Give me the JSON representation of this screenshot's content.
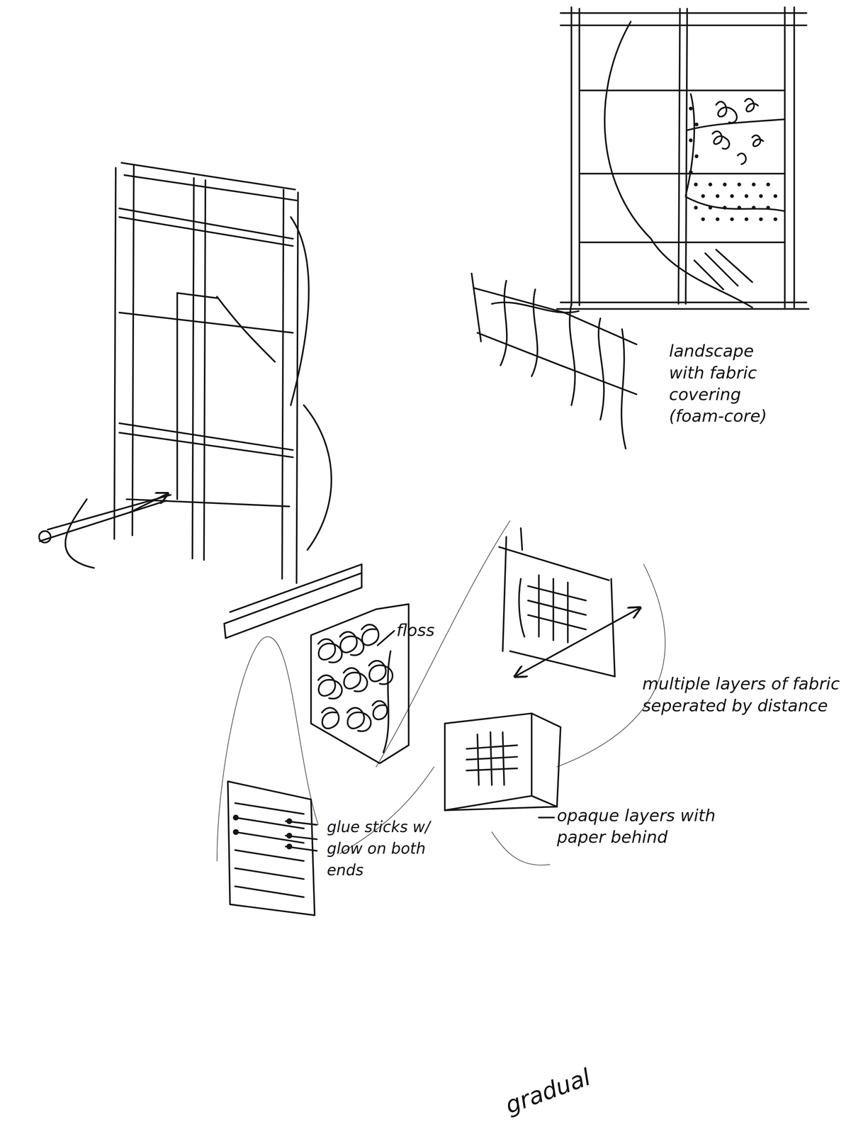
{
  "diagram": {
    "labels": [
      "landscape with fabric covering (foam-core)",
      "floss",
      "multiple layers of fabric seperated by distance",
      "opaque layers with paper behind",
      "glue sticks w/ glow on both ends",
      "gradual"
    ]
  }
}
